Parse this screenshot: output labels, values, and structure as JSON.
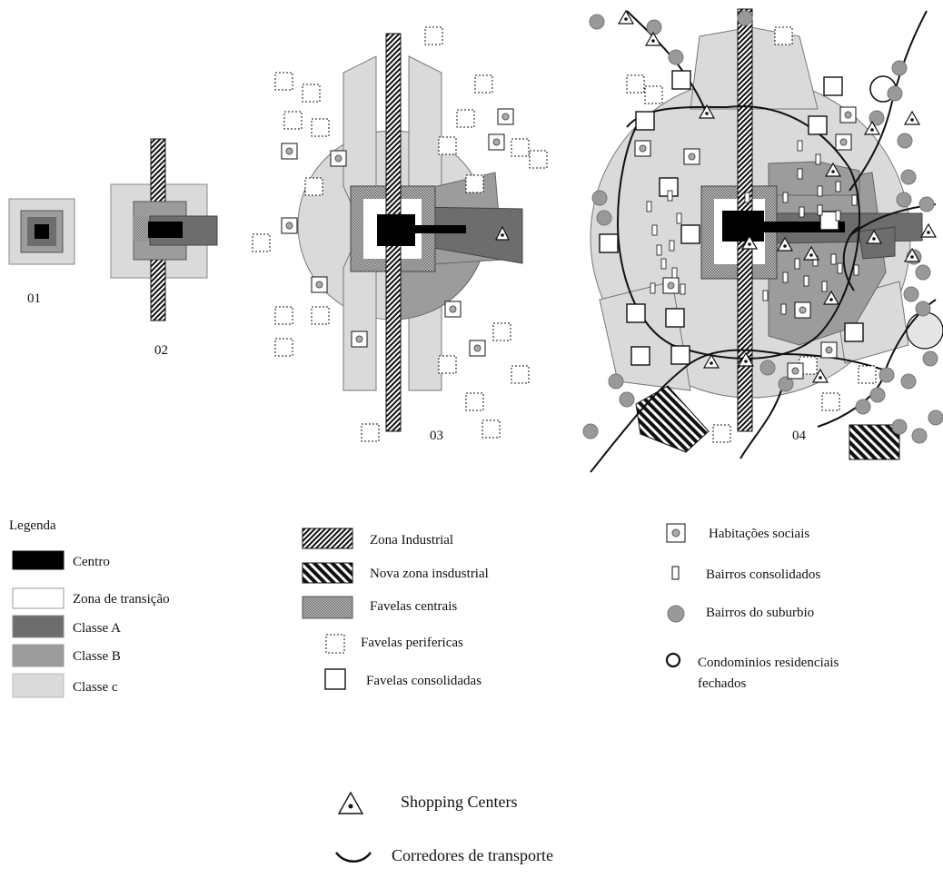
{
  "stages": [
    {
      "label": "01"
    },
    {
      "label": "02"
    },
    {
      "label": "03"
    },
    {
      "label": "04"
    }
  ],
  "legend": {
    "title": "Legenda",
    "column1": [
      {
        "label": "Centro",
        "color": "#000000"
      },
      {
        "label": "Zona de transição",
        "color": "#ffffff"
      },
      {
        "label": "Classe A",
        "color": "#6d6d6d"
      },
      {
        "label": "Classe B",
        "color": "#9c9c9c"
      },
      {
        "label": "Classe c",
        "color": "#dadada"
      }
    ],
    "column2": [
      {
        "label": "Zona Industrial",
        "pattern": "dense-hatch"
      },
      {
        "label": "Nova zona insdustrial",
        "pattern": "diagonal-hatch"
      },
      {
        "label": "Favelas centrais",
        "pattern": "crosshatch"
      },
      {
        "label": "Favelas perifericas",
        "pattern": "dotted-square"
      },
      {
        "label": "Favelas consolidadas",
        "pattern": "solid-square"
      }
    ],
    "column3": [
      {
        "label": "Habitações sociais",
        "icon": "square-dot-icon"
      },
      {
        "label": "Bairros consolidados",
        "icon": "small-rect-icon"
      },
      {
        "label": "Bairros do suburbio",
        "icon": "grey-circle-icon"
      },
      {
        "label": "Condominios residenciais",
        "label2": "fechados",
        "icon": "ring-icon"
      }
    ],
    "bottom": [
      {
        "label": "Shopping Centers",
        "icon": "triangle-dot-icon"
      },
      {
        "label": "Corredores de transporte",
        "icon": "curve-icon"
      }
    ]
  }
}
